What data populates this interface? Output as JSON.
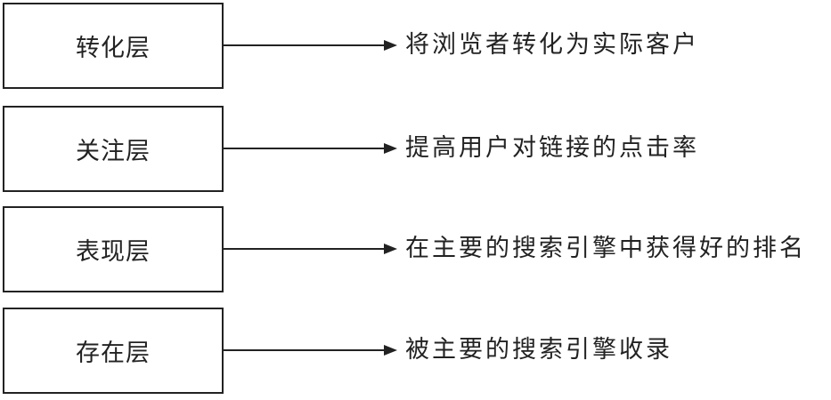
{
  "diagram": {
    "layers": [
      {
        "label": "转化层",
        "description": "将浏览者转化为实际客户"
      },
      {
        "label": "关注层",
        "description": "提高用户对链接的点击率"
      },
      {
        "label": "表现层",
        "description": "在主要的搜索引擎中获得好的排名"
      },
      {
        "label": "存在层",
        "description": "被主要的搜索引擎收录"
      }
    ]
  }
}
